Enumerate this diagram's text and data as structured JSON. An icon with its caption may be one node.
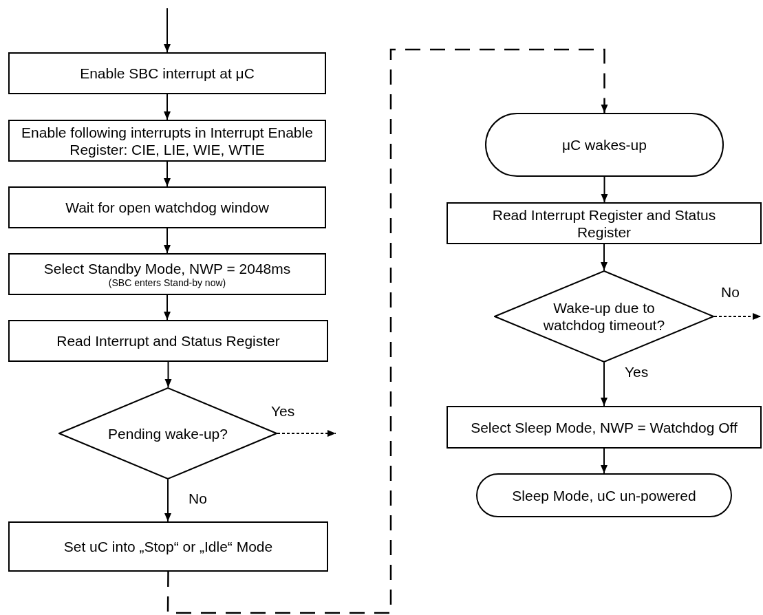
{
  "diagram": {
    "nodes": [
      {
        "text": [
          "Enable SBC interrupt at μC"
        ]
      },
      {
        "text": [
          "Enable following interrupts in Interrupt Enable Register: CIE, LIE, WIE, WTIE"
        ]
      },
      {
        "text": [
          "Wait for open watchdog window"
        ]
      },
      {
        "text": [
          "Select Standby Mode, NWP = 2048ms",
          "(SBC enters Stand-by now)"
        ]
      },
      {
        "text": [
          "Read Interrupt and Status Register"
        ]
      },
      {
        "text": [
          "Pending wake-up?"
        ]
      },
      {
        "text": [
          "Set uC into „Stop“ or „Idle“ Mode"
        ]
      },
      {
        "text": [
          "μC wakes-up"
        ]
      },
      {
        "text": [
          "Read Interrupt Register and Status Register"
        ]
      },
      {
        "text": [
          "Wake-up due to watchdog timeout?"
        ]
      },
      {
        "text": [
          "Select Sleep Mode, NWP = Watchdog Off"
        ]
      },
      {
        "text": [
          "Sleep Mode, uC un-powered"
        ]
      }
    ],
    "edges": [
      {
        "from": null,
        "to": 0,
        "arrow": "to"
      },
      {
        "from": 0,
        "to": 1,
        "arrow": "to"
      },
      {
        "from": 1,
        "to": 2,
        "arrow": "to"
      },
      {
        "from": 2,
        "to": 3,
        "arrow": "to"
      },
      {
        "from": 3,
        "to": 4,
        "arrow": "to"
      },
      {
        "from": 4,
        "to": 5,
        "arrow": "to"
      },
      {
        "from": 5,
        "to": null,
        "arrow": "to",
        "label": "Yes",
        "style": "dashed"
      },
      {
        "from": 5,
        "to": 6,
        "arrow": "to",
        "label": "No"
      },
      {
        "from": 6,
        "to": 7,
        "arrow": "to",
        "style": "dashed"
      },
      {
        "from": 7,
        "to": 8,
        "arrow": "to"
      },
      {
        "from": 8,
        "to": 9,
        "arrow": "to"
      },
      {
        "from": 9,
        "to": null,
        "arrow": "to",
        "label": "No",
        "style": "dashed"
      },
      {
        "from": 9,
        "to": 10,
        "arrow": "to",
        "label": "Yes"
      },
      {
        "from": 10,
        "to": 11,
        "arrow": "to"
      }
    ]
  }
}
